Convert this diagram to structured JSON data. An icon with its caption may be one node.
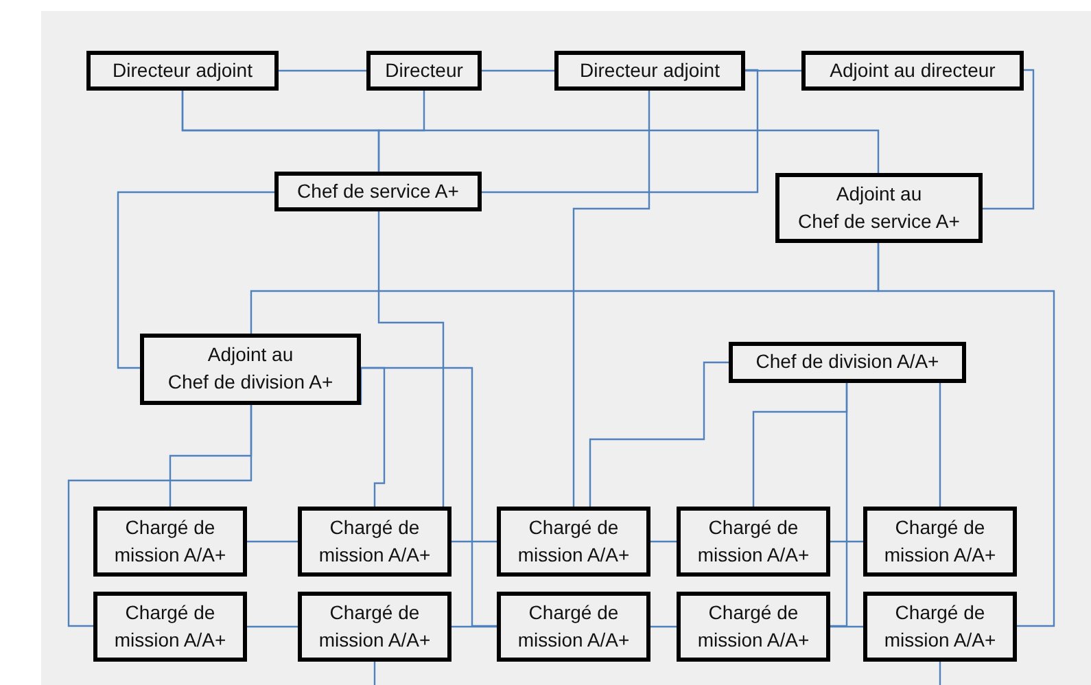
{
  "diagram": {
    "nodes": [
      {
        "text": [
          "Directeur adjoint"
        ]
      },
      {
        "text": [
          "Directeur"
        ]
      },
      {
        "text": [
          "Directeur adjoint"
        ]
      },
      {
        "text": [
          "Adjoint au directeur"
        ]
      },
      {
        "text": [
          "Chef de service A+"
        ]
      },
      {
        "text": [
          "Adjoint au Chef de service A+"
        ]
      },
      {
        "text": [
          "Adjoint au Chef de division A+"
        ]
      },
      {
        "text": [
          "Chef de division A/A+"
        ]
      },
      {
        "text": [
          "Chargé de mission A/A+"
        ]
      },
      {
        "text": [
          "Chargé de mission A/A+"
        ]
      },
      {
        "text": [
          "Chargé de mission A/A+"
        ]
      },
      {
        "text": [
          "Chargé de mission A/A+"
        ]
      },
      {
        "text": [
          "Chargé de mission A/A+"
        ]
      },
      {
        "text": [
          "Chargé de mission A/A+"
        ]
      },
      {
        "text": [
          "Chargé de mission A/A+"
        ]
      },
      {
        "text": [
          "Chargé de mission A/A+"
        ]
      },
      {
        "text": [
          "Chargé de mission A/A+"
        ]
      },
      {
        "text": [
          "Chargé de mission A/A+"
        ]
      }
    ],
    "edges": [
      {
        "from": 0,
        "to": 1,
        "arrow": "none"
      },
      {
        "from": 1,
        "to": 2,
        "arrow": "none"
      },
      {
        "from": 2,
        "to": 3,
        "arrow": "none"
      },
      {
        "from": 1,
        "to": 4,
        "arrow": "none"
      },
      {
        "from": 0,
        "to": 4,
        "arrow": "none"
      },
      {
        "from": 0,
        "to": 5,
        "arrow": "none"
      },
      {
        "from": 2,
        "to": 4,
        "arrow": "none"
      },
      {
        "from": 3,
        "to": 5,
        "arrow": "none"
      },
      {
        "from": 2,
        "to": 10,
        "arrow": "none"
      },
      {
        "from": 4,
        "to": 6,
        "arrow": "none"
      },
      {
        "from": 4,
        "to": 9,
        "arrow": "none"
      },
      {
        "from": 5,
        "to": 6,
        "arrow": "none"
      },
      {
        "from": 5,
        "to": 17,
        "arrow": "none"
      },
      {
        "from": 6,
        "to": 8,
        "arrow": "none"
      },
      {
        "from": 6,
        "to": 13,
        "arrow": "none"
      },
      {
        "from": 6,
        "to": 9,
        "arrow": "none"
      },
      {
        "from": 6,
        "to": 15,
        "arrow": "none"
      },
      {
        "from": 7,
        "to": 11,
        "arrow": "none"
      },
      {
        "from": 7,
        "to": 12,
        "arrow": "none"
      },
      {
        "from": 7,
        "to": 16,
        "arrow": "none"
      },
      {
        "from": 7,
        "to": 10,
        "arrow": "none"
      },
      {
        "from": 8,
        "to": 9,
        "arrow": "none"
      },
      {
        "from": 9,
        "to": 10,
        "arrow": "none"
      },
      {
        "from": 10,
        "to": 11,
        "arrow": "none"
      },
      {
        "from": 11,
        "to": 12,
        "arrow": "none"
      },
      {
        "from": 13,
        "to": 14,
        "arrow": "none"
      },
      {
        "from": 14,
        "to": 15,
        "arrow": "none"
      },
      {
        "from": 15,
        "to": 16,
        "arrow": "none"
      },
      {
        "from": 16,
        "to": 17,
        "arrow": "none"
      },
      {
        "from": 14,
        "to": null,
        "arrow": "none"
      },
      {
        "from": 17,
        "to": null,
        "arrow": "none"
      }
    ]
  }
}
